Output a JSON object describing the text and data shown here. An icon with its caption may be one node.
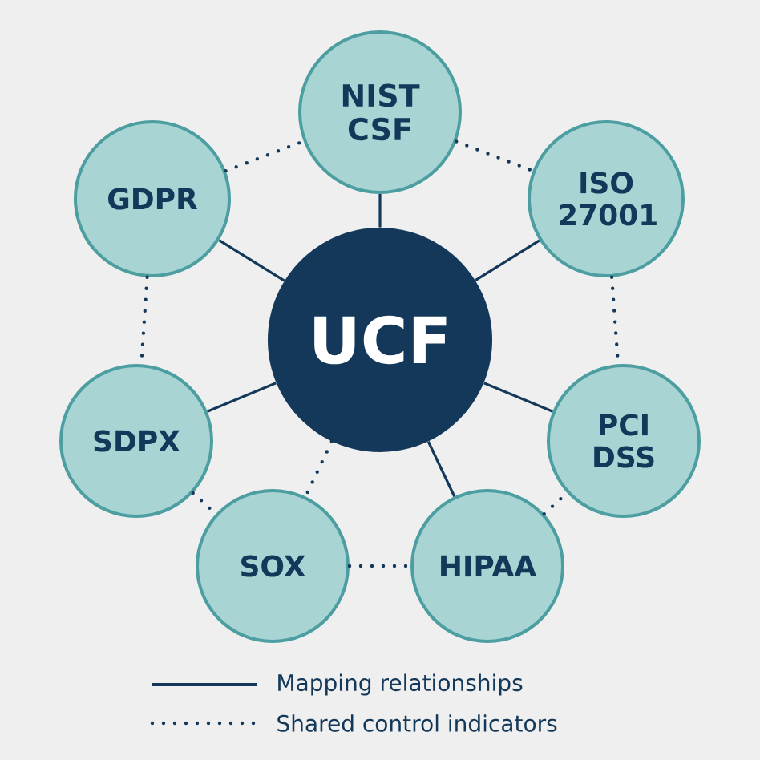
{
  "diagram": {
    "nodes": [
      {
        "text": [
          "UCF"
        ]
      },
      {
        "text": [
          "NIST CSF"
        ]
      },
      {
        "text": [
          "GDPR"
        ]
      },
      {
        "text": [
          "ISO 27001"
        ]
      },
      {
        "text": [
          "SDPX"
        ]
      },
      {
        "text": [
          "PCI DSS"
        ]
      },
      {
        "text": [
          "SOX"
        ]
      },
      {
        "text": [
          "HIPAA"
        ]
      }
    ],
    "edges": [
      {
        "from": 0,
        "to": 1,
        "arrow": "none"
      },
      {
        "from": 0,
        "to": 2,
        "arrow": "none"
      },
      {
        "from": 0,
        "to": 3,
        "arrow": "none"
      },
      {
        "from": 0,
        "to": 4,
        "arrow": "none"
      },
      {
        "from": 0,
        "to": 5,
        "arrow": "none"
      },
      {
        "from": 0,
        "to": 7,
        "arrow": "none"
      },
      {
        "from": 0,
        "to": 6,
        "arrow": "none",
        "style": "dashed"
      },
      {
        "from": 2,
        "to": 1,
        "arrow": "none",
        "style": "dashed"
      },
      {
        "from": 1,
        "to": 3,
        "arrow": "none",
        "style": "dashed"
      },
      {
        "from": 2,
        "to": 4,
        "arrow": "none",
        "style": "dashed"
      },
      {
        "from": 3,
        "to": 5,
        "arrow": "none",
        "style": "dashed"
      },
      {
        "from": 4,
        "to": 6,
        "arrow": "none",
        "style": "dashed"
      },
      {
        "from": 6,
        "to": 7,
        "arrow": "none",
        "style": "dashed"
      },
      {
        "from": 7,
        "to": 5,
        "arrow": "none",
        "style": "dashed"
      }
    ],
    "legend": [
      {
        "text": "Mapping relationships"
      },
      {
        "text": "Shared control indicators"
      }
    ]
  }
}
